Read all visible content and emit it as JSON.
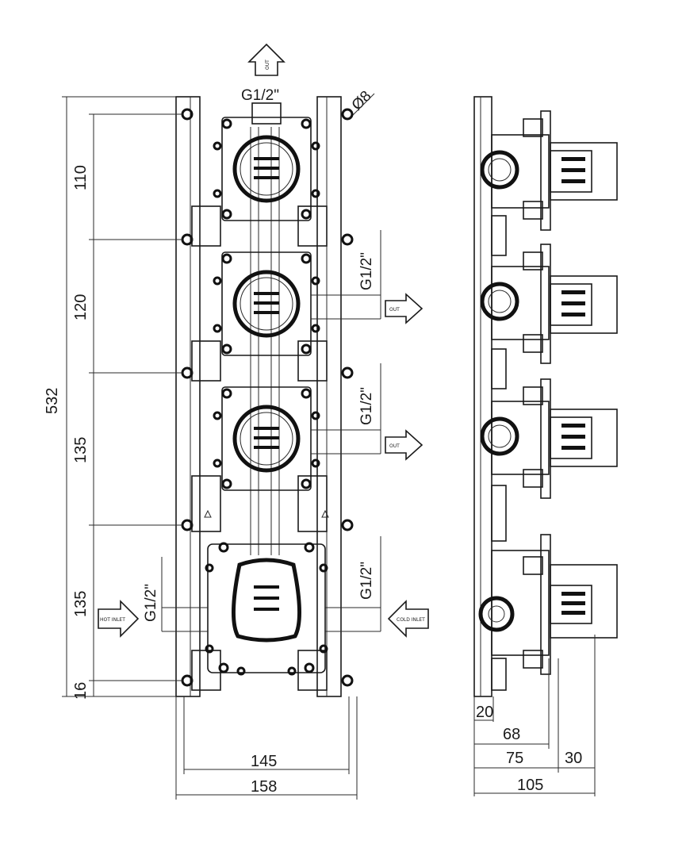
{
  "front_view": {
    "total_height": "532",
    "spacing_1": "110",
    "spacing_2": "120",
    "spacing_3": "135",
    "spacing_4": "135",
    "bottom_offset": "16",
    "inner_width": "145",
    "outer_width": "158",
    "hole_diameter": "Ø8",
    "top_thread": "G1/2\"",
    "thread_1": "G1/2\"",
    "thread_2": "G1/2\"",
    "thread_3": "G1/2\"",
    "thread_inlet_left": "G1/2\"",
    "out_top": "OUT",
    "out_1": "OUT",
    "out_2": "OUT",
    "inlet_left": "HOT INLET",
    "inlet_right": "COLD INLET"
  },
  "side_view": {
    "dim_20": "20",
    "dim_68": "68",
    "dim_75": "75",
    "dim_30": "30",
    "dim_105": "105"
  }
}
